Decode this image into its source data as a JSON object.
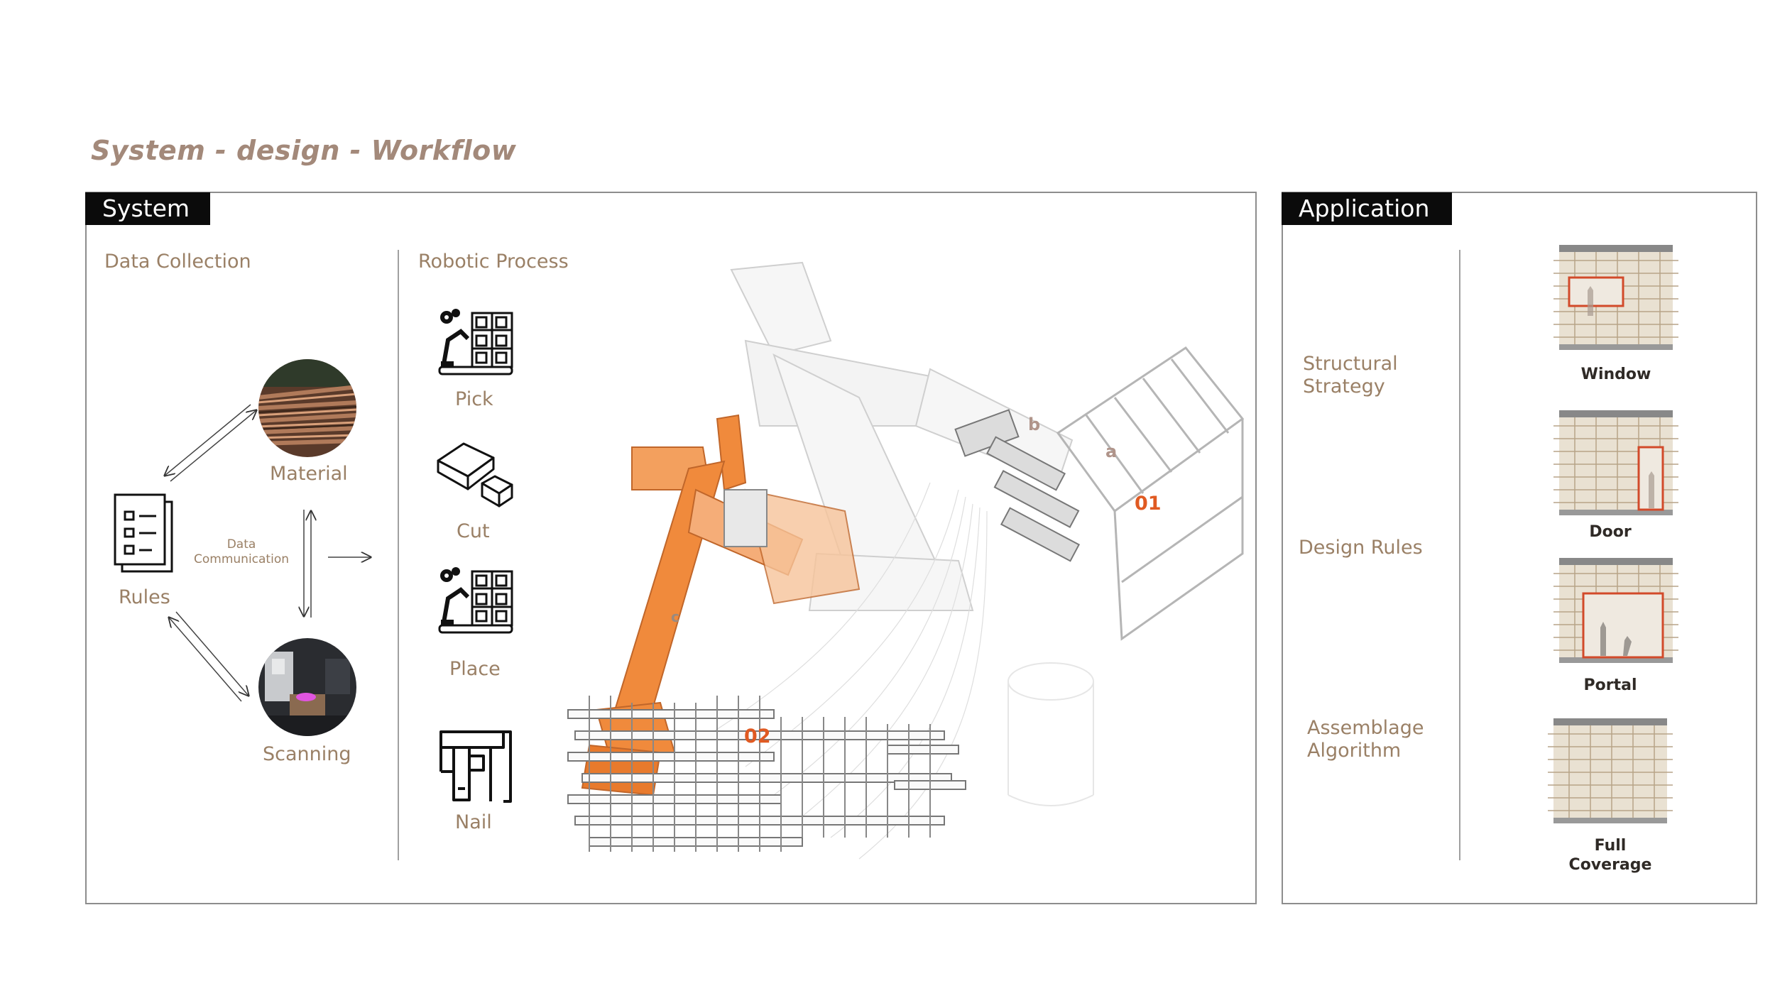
{
  "title": "System - design - Workflow",
  "system": {
    "tag": "System",
    "data_collection": {
      "heading": "Data Collection",
      "rules_label": "Rules",
      "material_label": "Material",
      "scanning_label": "Scanning",
      "data_comm_line1": "Data",
      "data_comm_line2": "Communication"
    },
    "robotic_process": {
      "heading": "Robotic Process",
      "steps": [
        "Pick",
        "Cut",
        "Place",
        "Nail"
      ]
    },
    "annotations": {
      "n01": "01",
      "n02": "02",
      "a": "a",
      "b": "b",
      "c": "c"
    }
  },
  "application": {
    "tag": "Application",
    "categories": [
      {
        "line1": "Structural",
        "line2": "Strategy"
      },
      {
        "line1": "Design Rules",
        "line2": ""
      },
      {
        "line1": "Assemblage",
        "line2": "Algorithm"
      }
    ],
    "examples": [
      {
        "line1": "Window",
        "line2": ""
      },
      {
        "line1": "Door",
        "line2": ""
      },
      {
        "line1": "Portal",
        "line2": ""
      },
      {
        "line1": "Full",
        "line2": "Coverage"
      }
    ]
  },
  "colors": {
    "accent": "#e05a22",
    "robot_orange": "#f08a3c",
    "label": "#9a8066",
    "title": "#a3897a"
  }
}
